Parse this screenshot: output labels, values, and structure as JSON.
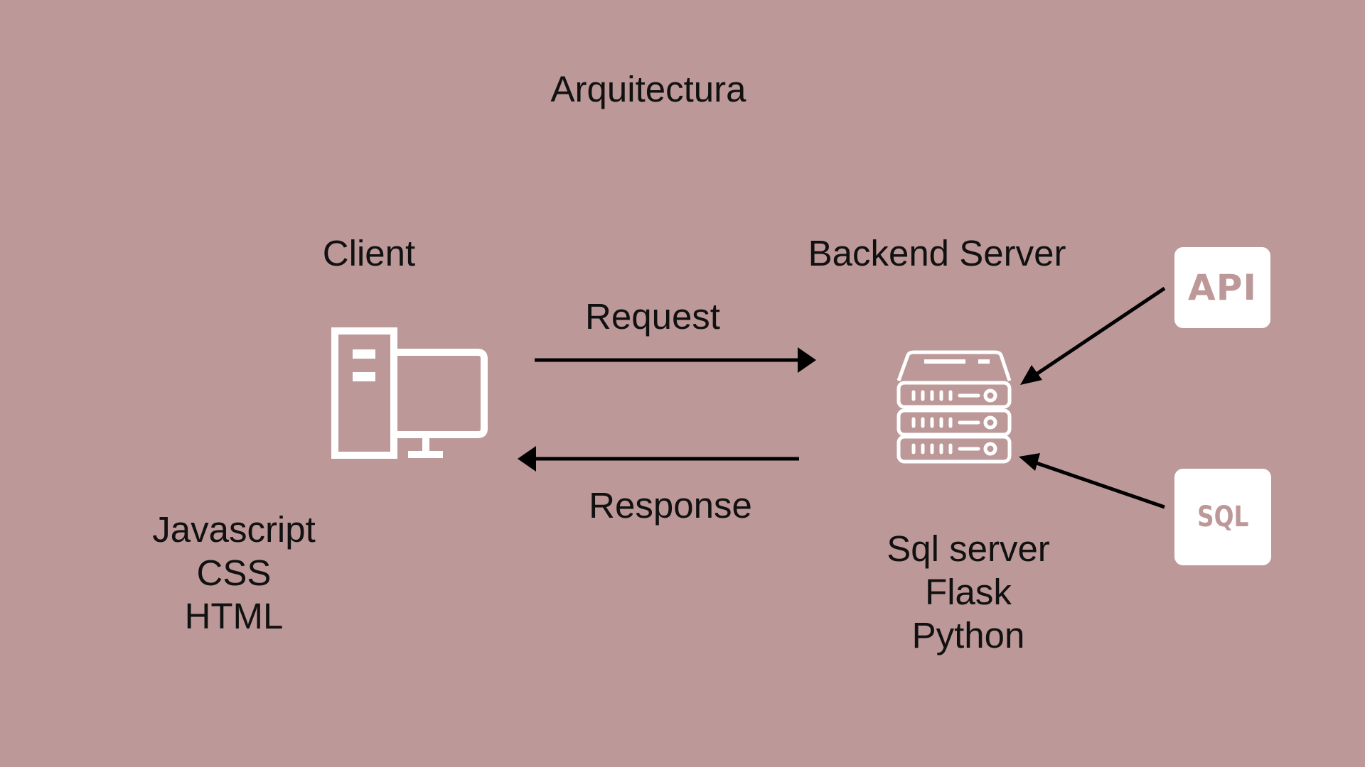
{
  "colors": {
    "background": "#bd9898",
    "text": "#111111",
    "icon": "#ffffff",
    "badge_text": "#bd9898",
    "arrow": "#000000"
  },
  "diagram": {
    "title": "Arquitectura",
    "client": {
      "label": "Client",
      "icon": "desktop-computer-icon",
      "technologies": [
        "Javascript",
        "CSS",
        "HTML"
      ]
    },
    "server": {
      "label": "Backend Server",
      "icon": "server-stack-icon",
      "technologies": [
        "Sql server",
        "Flask",
        "Python"
      ]
    },
    "request_label": "Request",
    "response_label": "Response",
    "sources": {
      "api_label": "API",
      "sql_label": "SQL"
    }
  }
}
